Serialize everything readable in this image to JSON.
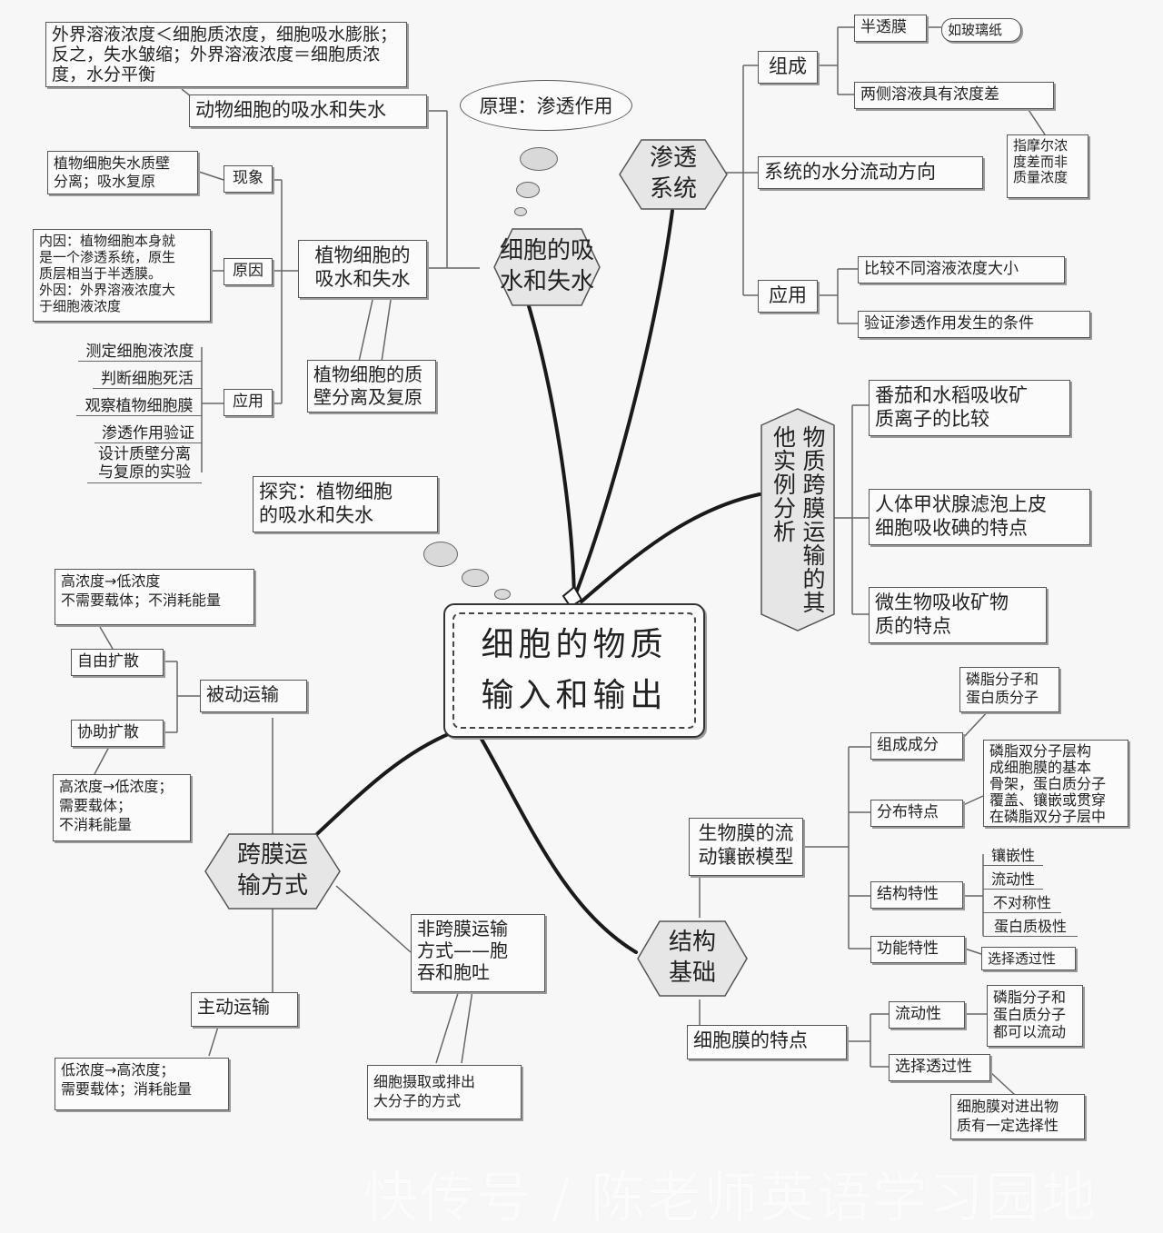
{
  "center": "细胞的物质\n输入和输出",
  "hubs": {
    "absorb": "细胞的吸\n水和失水",
    "osmosis": "渗透\n系统",
    "transport": "跨膜运\n输方式",
    "structure": "结构\n基础",
    "examples": "物质跨膜运输的其他实例分析"
  },
  "absorb_branch": {
    "principle": "原理：渗透作用",
    "animal": "动物细胞的吸水和失水",
    "animal_note": "外界溶液浓度＜细胞质浓度，细胞吸水膨胀；反之，失水皱缩；外界溶液浓度＝细胞质浓度，水分平衡",
    "plant": "植物细胞的\n吸水和失水",
    "plant_sub": "植物细胞的质\n壁分离及复原",
    "phenomenon": "现象",
    "phenomenon_note": "植物细胞失水质壁\n分离；吸水复原",
    "reason": "原因",
    "reason_note": "内因：植物细胞本身就\n是一个渗透系统，原生\n质层相当于半透膜。\n外因：外界溶液浓度大\n于细胞液浓度",
    "application": "应用",
    "applications": [
      "测定细胞液浓度",
      "判断细胞死活",
      "观察植物细胞膜",
      "渗透作用验证",
      "设计质壁分离\n与复原的实验"
    ],
    "explore": "探究：植物细胞\n的吸水和失水"
  },
  "osmosis_branch": {
    "composition": "组成",
    "semi": "半透膜",
    "semi_note": "如玻璃纸",
    "diff": "两侧溶液具有浓度差",
    "diff_note": "指摩尔浓\n度差而非\n质量浓度",
    "direction": "系统的水分流动方向",
    "application": "应用",
    "app1": "比较不同溶液浓度大小",
    "app2": "验证渗透作用发生的条件"
  },
  "examples_branch": {
    "e1": "番茄和水稻吸收矿\n质离子的比较",
    "e2": "人体甲状腺滤泡上皮\n细胞吸收碘的特点",
    "e3": "微生物吸收矿物\n质的特点"
  },
  "transport_branch": {
    "passive": "被动运输",
    "free": "自由扩散",
    "free_note": "高浓度→低浓度\n不需要载体；不消耗能量",
    "assisted": "协助扩散",
    "assisted_note": "高浓度→低浓度；\n需要载体；\n不消耗能量",
    "active": "主动运输",
    "active_note": "低浓度→高浓度；\n需要载体；消耗能量",
    "non": "非跨膜运输\n方式——胞\n吞和胞吐",
    "non_note": "细胞摄取或排出\n大分子的方式"
  },
  "structure_branch": {
    "model": "生物膜的流\n动镶嵌模型",
    "components": "组成成分",
    "components_note": "磷脂分子和\n蛋白质分子",
    "distribution": "分布特点",
    "distribution_note": "磷脂双分子层构\n成细胞膜的基本\n骨架，蛋白质分子\n覆盖、镶嵌或贯穿\n在磷脂双分子层中",
    "struct_feature": "结构特性",
    "struct_items": [
      "镶嵌性",
      "流动性",
      "不对称性",
      "蛋白质极性"
    ],
    "function_feature": "功能特性",
    "function_note": "选择透过性",
    "membrane": "细胞膜的特点",
    "fluidity": "流动性",
    "fluidity_note": "磷脂分子和\n蛋白质分子\n都可以流动",
    "selective": "选择透过性",
    "selective_note": "细胞膜对进出物\n质有一定选择性"
  },
  "watermark": "快传号 / 陈老师英语学习园地"
}
